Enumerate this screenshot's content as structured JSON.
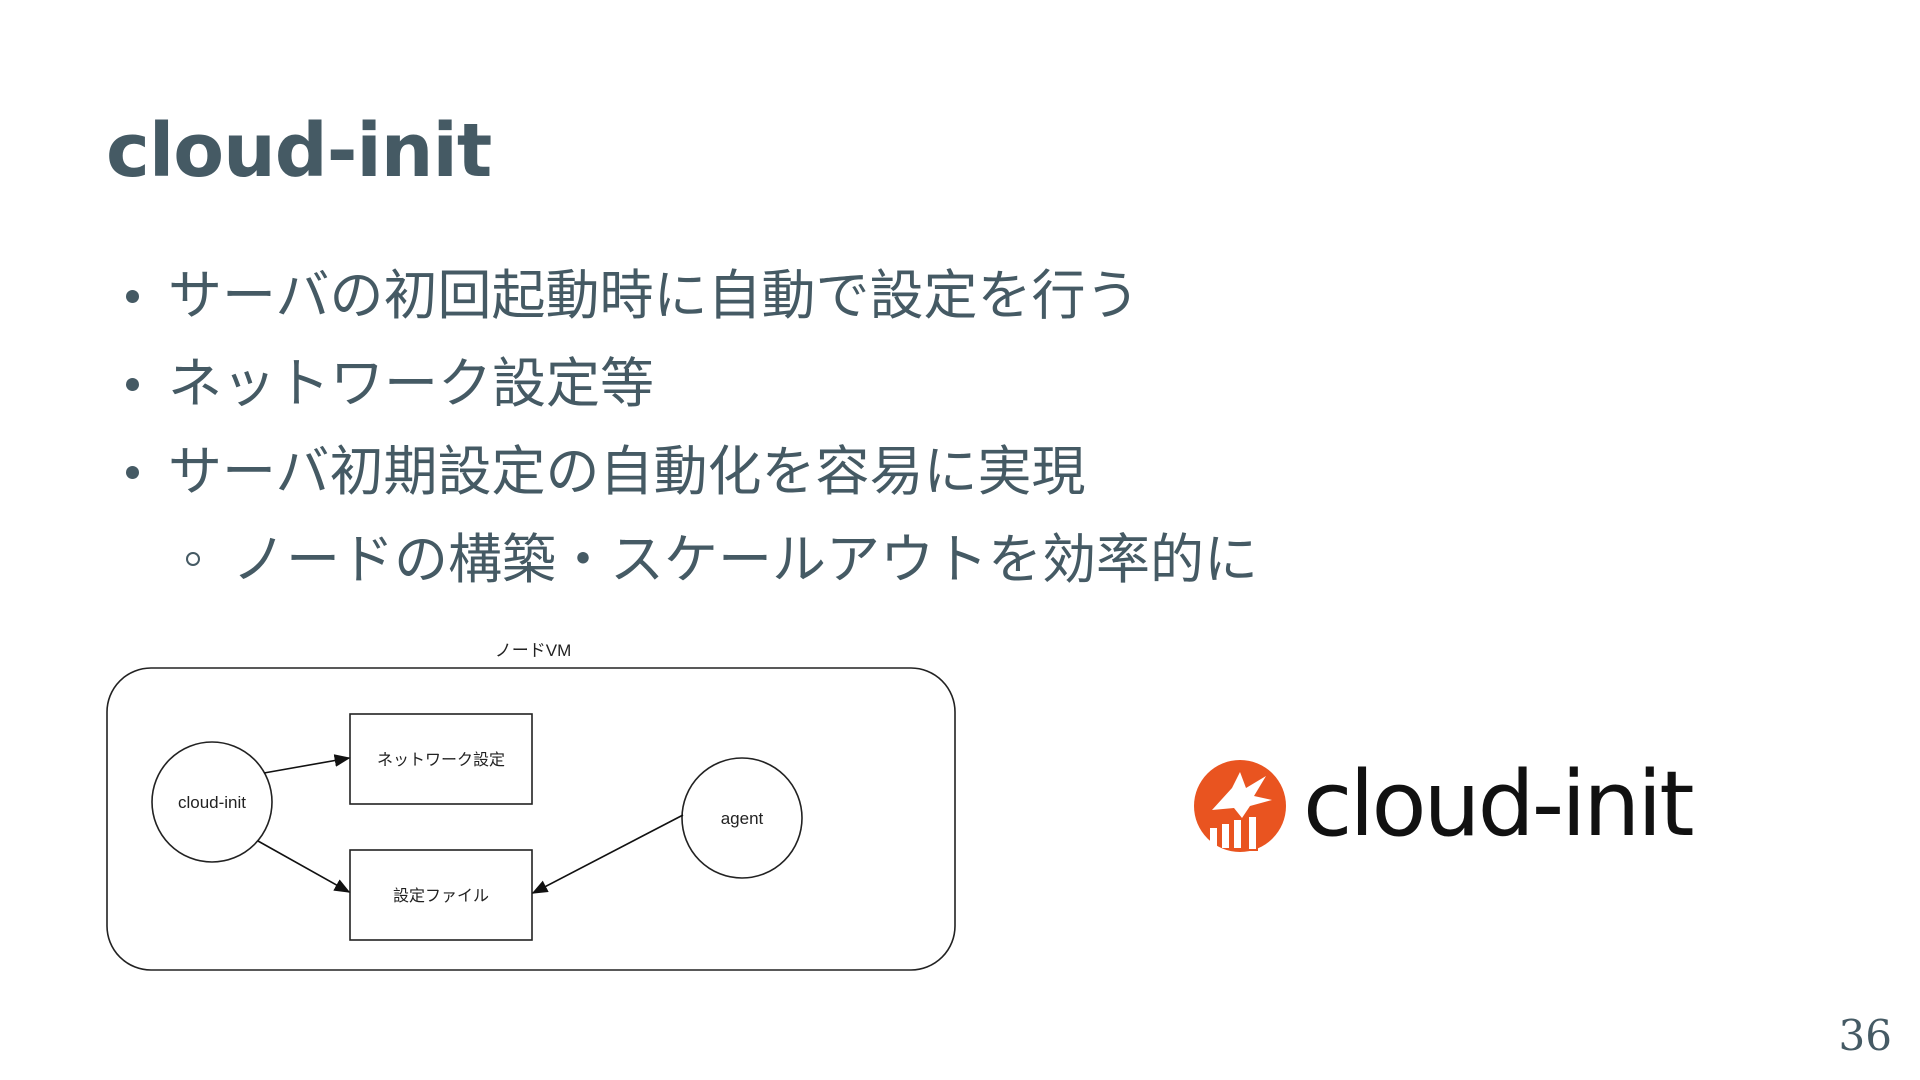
{
  "slide": {
    "title": "cloud-init",
    "bullets": [
      "サーバの初回起動時に自動で設定を行う",
      "ネットワーク設定等",
      "サーバ初期設定の自動化を容易に実現"
    ],
    "sub_bullets": [
      "ノードの構築・スケールアウトを効率的に"
    ],
    "page_number": "36"
  },
  "diagram": {
    "container_label": "ノードVM",
    "cloud_init_node": "cloud-init",
    "agent_node": "agent",
    "network_box": "ネットワーク設定",
    "config_file_box": "設定ファイル"
  },
  "logo": {
    "wordmark": "cloud-init",
    "mark_icon": "cloud-init-logo-icon",
    "mark_color": "#e95420"
  }
}
